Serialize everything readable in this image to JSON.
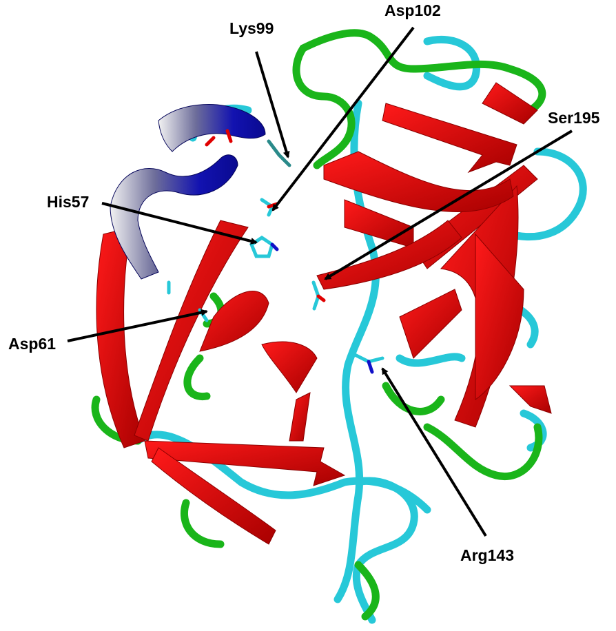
{
  "labels": {
    "lys99": "Lys99",
    "asp102": "Asp102",
    "ser195": "Ser195",
    "his57": "His57",
    "asp61": "Asp61",
    "arg143": "Arg143"
  },
  "colors": {
    "helix": "#1010c8",
    "strand": "#e00000",
    "turn": "#1ab51a",
    "coil": "#27c8d8",
    "arrow": "#000000"
  }
}
